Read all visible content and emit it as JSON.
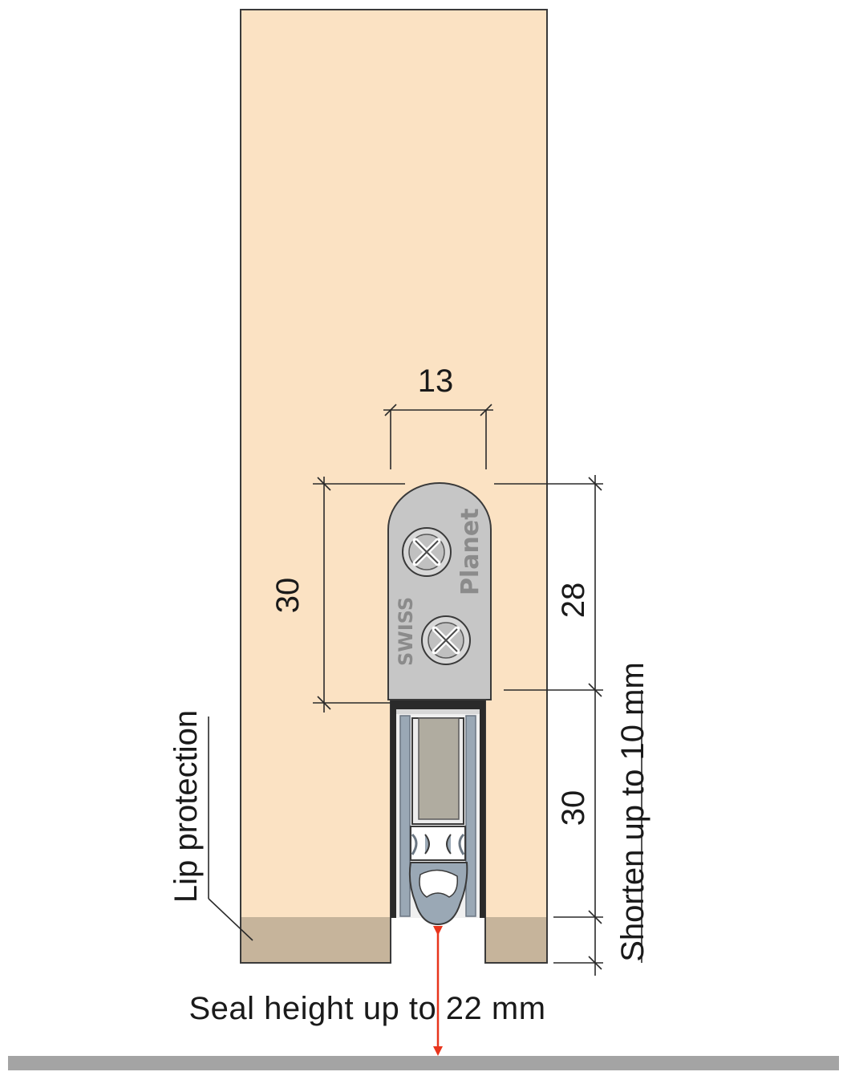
{
  "diagram": {
    "dimensions": {
      "width_top": "13",
      "height_plate": "30",
      "height_right_upper": "28",
      "height_right_lower": "30"
    },
    "labels": {
      "lip_protection": "Lip protection",
      "shorten": "Shorten up to 10 mm",
      "seal_height": "Seal height up to 22 mm"
    },
    "brand": {
      "planet": "Planet",
      "swiss": "SWISS"
    },
    "colors": {
      "door": "#fbe2c3",
      "lip_protection_strip": "#c6b49b",
      "plate": "#c6c6c6",
      "seal": "#9aa8b5",
      "arrow": "#e8351c",
      "floor": "#a4a4a4"
    }
  }
}
